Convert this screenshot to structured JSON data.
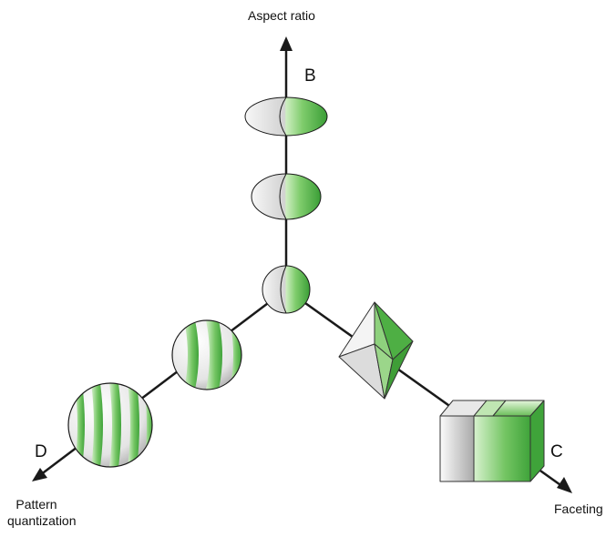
{
  "diagram": {
    "colors": {
      "green_light": "#d8f2cf",
      "green_mid": "#7fcc6c",
      "green_dark": "#3fa33a",
      "gray_light": "#f7f7f7",
      "gray_dark": "#a9a9a9",
      "axis_line": "#1a1a1a"
    },
    "axes": {
      "aspect": {
        "title": "Aspect ratio",
        "letter": "B"
      },
      "faceting": {
        "title": "Faceting",
        "letter": "C"
      },
      "pattern": {
        "title_line1": "Pattern",
        "title_line2": "quantization",
        "letter": "D"
      }
    },
    "shapes": [
      "center-sphere",
      "ellipsoid-medium",
      "ellipsoid-flat",
      "octahedron",
      "cube",
      "striped-sphere-small",
      "striped-sphere-large"
    ]
  }
}
